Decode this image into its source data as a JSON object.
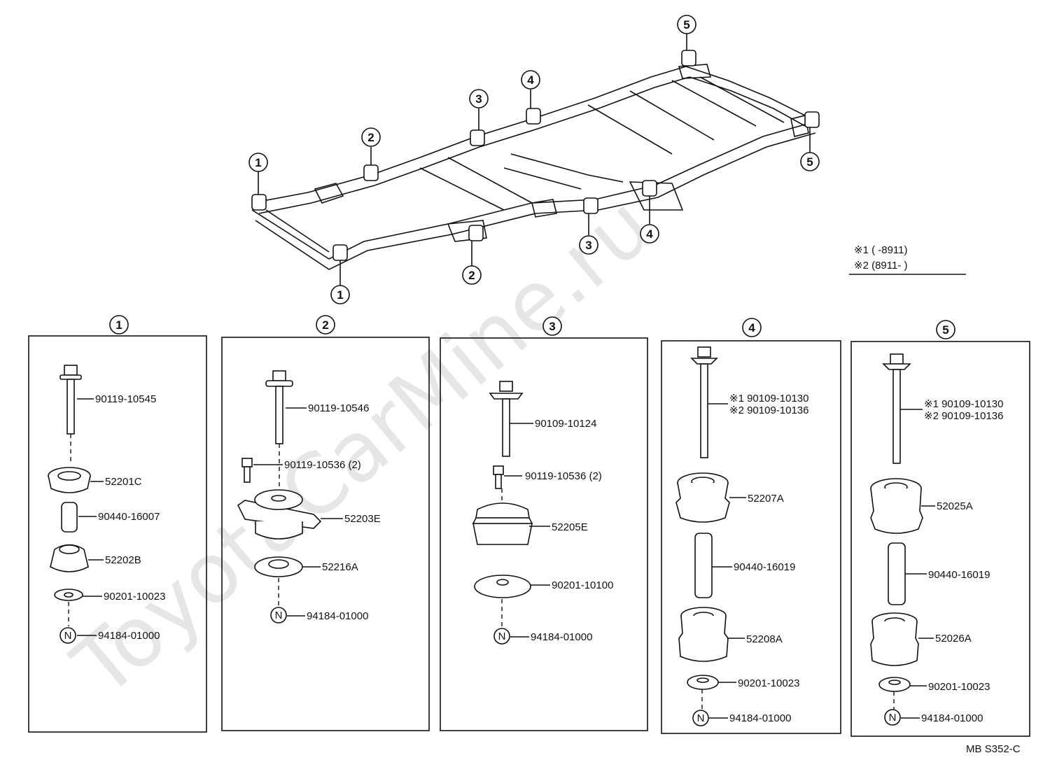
{
  "watermark": "ToyotaCarMine.ru",
  "drawing_code": "MB S352-C",
  "legend": {
    "line1": "※1 (      -8911)",
    "line2": "※2 (8911-      )"
  },
  "frame_callouts": {
    "c1a": "1",
    "c1b": "1",
    "c2a": "2",
    "c2b": "2",
    "c3a": "3",
    "c3b": "3",
    "c4a": "4",
    "c4b": "4",
    "c5a": "5",
    "c5b": "5"
  },
  "panels": [
    {
      "number": "1",
      "parts": [
        "90119-10545",
        "52201C",
        "90440-16007",
        "52202B",
        "90201-10023",
        "94184-01000"
      ]
    },
    {
      "number": "2",
      "parts": [
        "90119-10546",
        "90119-10536 (2)",
        "52203E",
        "52216A",
        "94184-01000"
      ]
    },
    {
      "number": "3",
      "parts": [
        "90109-10124",
        "90119-10536 (2)",
        "52205E",
        "90201-10100",
        "94184-01000"
      ]
    },
    {
      "number": "4",
      "parts": [
        "※1 90109-10130",
        "※2 90109-10136",
        "52207A",
        "90440-16019",
        "52208A",
        "90201-10023",
        "94184-01000"
      ]
    },
    {
      "number": "5",
      "parts": [
        "※1 90109-10130",
        "※2 90109-10136",
        "52025A",
        "90440-16019",
        "52026A",
        "90201-10023",
        "94184-01000"
      ]
    }
  ],
  "nut_symbol": "N"
}
